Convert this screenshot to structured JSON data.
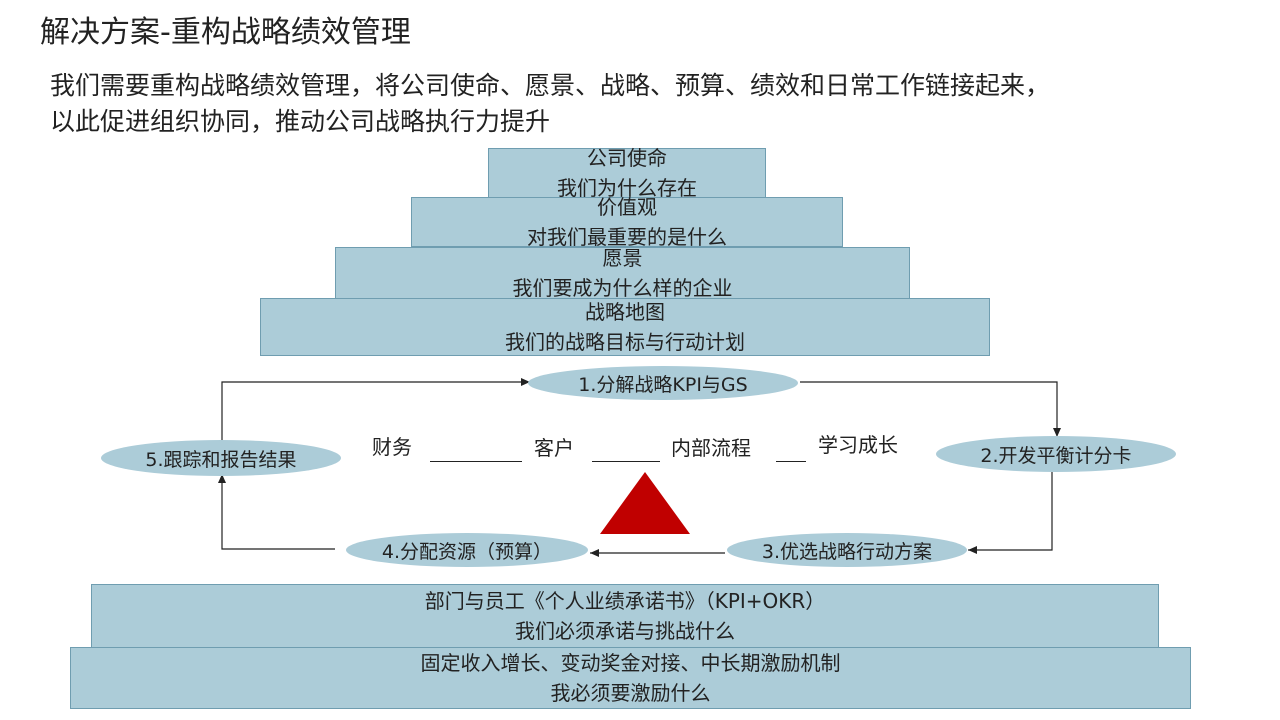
{
  "header": {
    "title": "解决方案-重构战略绩效管理",
    "subtitle_line1": "我们需要重构战略绩效管理，将公司使命、愿景、战略、预算、绩效和日常工作链接起来，",
    "subtitle_line2": "以此促进组织协同，推动公司战略执行力提升"
  },
  "pyramid": [
    {
      "title": "公司使命",
      "desc": "我们为什么存在"
    },
    {
      "title": "价值观",
      "desc": "对我们最重要的是什么"
    },
    {
      "title": "愿景",
      "desc": "我们要成为什么样的企业"
    },
    {
      "title": "战略地图",
      "desc": "我们的战略目标与行动计划"
    }
  ],
  "cycle": {
    "step1": "1.分解战略KPI与GS",
    "step2": "2.开发平衡计分卡",
    "step3": "3.优选战略行动方案",
    "step4": "4.分配资源（预算）",
    "step5": "5.跟踪和报告结果"
  },
  "perspectives": [
    "财务",
    "客户",
    "内部流程",
    "学习成长"
  ],
  "bottom": [
    {
      "title": "部门与员工《个人业绩承诺书》（KPI+OKR）",
      "desc": "我们必须承诺与挑战什么"
    },
    {
      "title": "固定收入增长、变动奖金对接、中长期激励机制",
      "desc": "我必须要激励什么"
    }
  ],
  "colors": {
    "box_fill": "#acccd8",
    "box_border": "#6f9db0",
    "triangle": "#c00000"
  }
}
